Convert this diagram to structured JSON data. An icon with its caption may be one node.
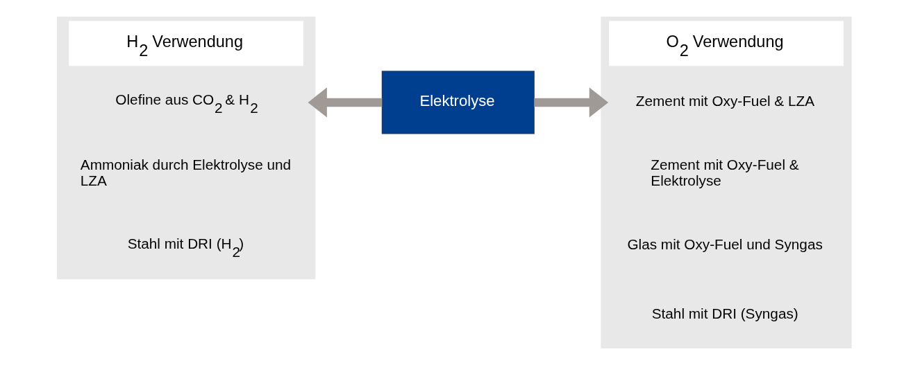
{
  "diagram": {
    "nodes": [
      {
        "text": [
          "H$_{2}$ Verwendung"
        ]
      },
      {
        "text": [
          "Olefine aus CO$_{2}$ & H$_{2}$"
        ],
        "in": 0
      },
      {
        "text": [
          "Ammoniak durch Elektrolyse und LZA"
        ],
        "in": 0
      },
      {
        "text": [
          "Stahl mit DRI (H$_{2}$)"
        ],
        "in": 0
      },
      {
        "text": [
          "Elektrolyse"
        ]
      },
      {
        "text": [
          "O$_{2}$ Verwendung"
        ]
      },
      {
        "text": [
          "Zement mit Oxy-Fuel & LZA"
        ],
        "in": 5
      },
      {
        "text": [
          "Zement mit Oxy-Fuel & Elektrolyse"
        ],
        "in": 5
      },
      {
        "text": [
          "Glas mit Oxy-Fuel und Syngas"
        ],
        "in": 5
      },
      {
        "text": [
          "Stahl mit DRI (Syngas)"
        ],
        "in": 5
      }
    ],
    "edges": [
      {
        "from": 4,
        "to": 0,
        "arrow": "to"
      },
      {
        "from": 4,
        "to": 5,
        "arrow": "to"
      }
    ]
  }
}
